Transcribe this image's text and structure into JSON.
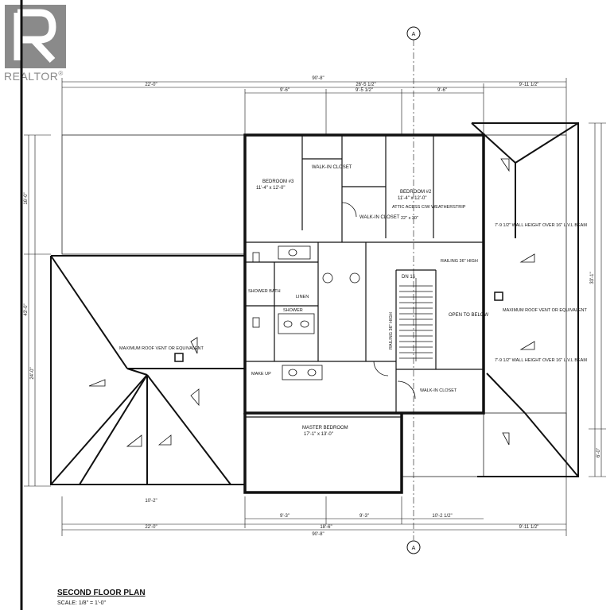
{
  "logo": {
    "text": "REALTOR",
    "reg": "®"
  },
  "title": "SECOND FLOOR PLAN",
  "scale": "SCALE: 1/8\" = 1'-0\"",
  "grid_marker": "A",
  "dims": {
    "top_total": "90'-8\"",
    "top_left": "22'-0\"",
    "top_mid": "26'-5 1/2\"",
    "top_right": "9'-11 1/2\"",
    "top_sub_a": "9'-6\"",
    "top_sub_b": "9'-5 1/2\"",
    "top_sub_c": "9'-6\"",
    "bot_total": "90'-8\"",
    "bot_left": "22'-0\"",
    "bot_mid": "18'-6\"",
    "bot_right": "9'-11 1/2\"",
    "bot_sub_a": "9'-3\"",
    "bot_sub_b": "9'-3\"",
    "bot_sub_c": "10'-2 1/2\"",
    "left_a": "16'-0\"",
    "left_b": "43'-0\"",
    "left_c": "24'-0\"",
    "right_a": "33'-1\"",
    "right_b": "6'-0\"",
    "lower_left": "10'-2\""
  },
  "rooms": {
    "bedroom_3": "BEDROOM #3",
    "bedroom_3_size": "11'-4\" x 12'-0\"",
    "bedroom_2": "BEDROOM #2",
    "bedroom_2_size": "11'-4\" x 12'-0\"",
    "walkin_1": "WALK-IN CLOSET",
    "walkin_2": "WALK-IN CLOSET",
    "attic": "ATTIC ACESS C/W WEATHERSTRIP",
    "attic_size": "22\" x 30\"",
    "railing": "RAILING 36\" HIGH",
    "railing_vert": "RAILING 36\" HIGH",
    "open_below": "OPEN TO BELOW",
    "shower_bath": "SHOWER BATH",
    "linen": "LINEN",
    "shower": "SHOWER",
    "make_up": "MAKE UP",
    "walkin_master": "WALK-IN CLOSET",
    "master": "MASTER BEDROOM",
    "master_size": "17'-1\" x 13'-0\"",
    "dn": "DN 16"
  },
  "notes": {
    "roof_vent_left": "MAXIMUM ROOF VENT OR EQUIVALENT",
    "roof_vent_right": "MAXIMUM ROOF VENT OR EQUIVALENT",
    "wall_height_1": "7'-9 1/2\" WALL HEIGHT OVER 16\" L.V.L BEAM",
    "wall_height_2": "7'-9 1/2\" WALL HEIGHT OVER 16\" L.V.L BEAM"
  },
  "colors": {
    "line": "#111111",
    "logo": "#8a8a8a"
  }
}
